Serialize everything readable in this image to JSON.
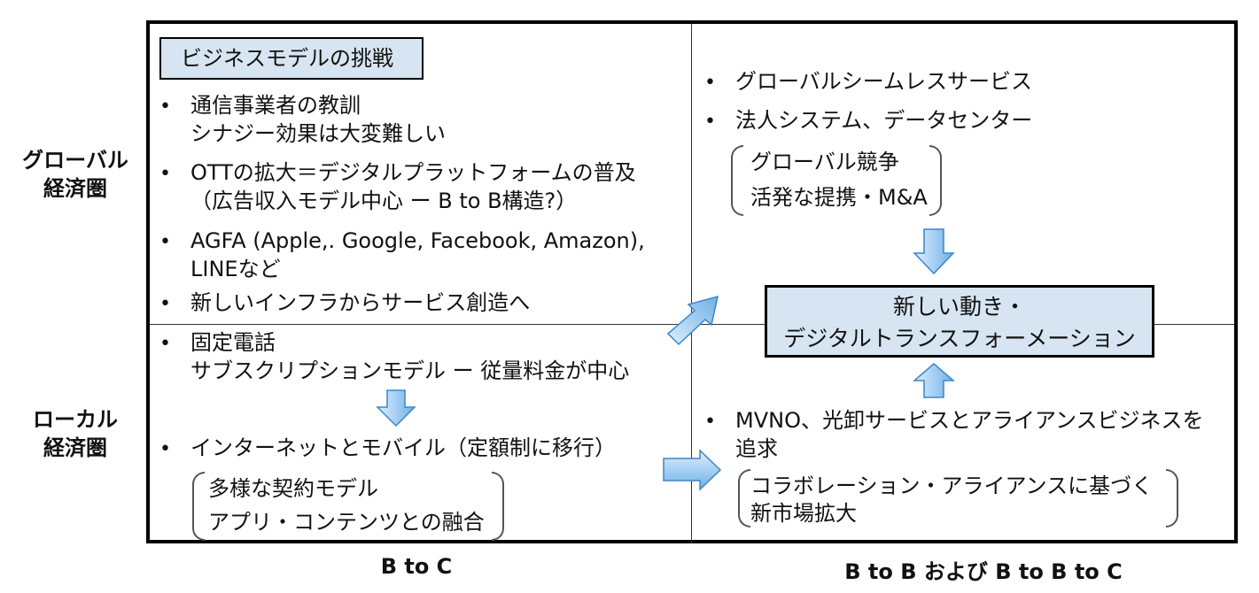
{
  "rows": {
    "global": [
      "グローバル",
      "経済圏"
    ],
    "local": [
      "ローカル",
      "経済圏"
    ]
  },
  "columns": {
    "left": "B to C",
    "right": "B to B および B to B to C"
  },
  "bullet_symbol": "•",
  "top_left": {
    "title": "ビジネスモデルの挑戦",
    "items": [
      [
        "通信事業者の教訓",
        "シナジー効果は大変難しい"
      ],
      [
        "OTTの拡大＝デジタルプラットフォームの普及",
        "（広告収入モデル中心 ー B to B構造?）"
      ],
      [
        "AGFA (Apple,. Google, Facebook, Amazon),",
        "LINEなど"
      ],
      [
        "新しいインフラからサービス創造へ"
      ]
    ]
  },
  "bottom_left": {
    "items": [
      [
        "固定電話",
        "サブスクリプションモデル ー 従量料金が中心"
      ],
      [
        "インターネットとモバイル（定額制に移行）"
      ]
    ],
    "bracket": [
      "多様な契約モデル",
      "アプリ・コンテンツとの融合"
    ]
  },
  "top_right": {
    "items": [
      "グローバルシームレスサービス",
      "法人システム、データセンター"
    ],
    "bracket": [
      "グローバル競争",
      "活発な提携・M&A"
    ]
  },
  "center": [
    "新しい動き・",
    "デジタルトランスフォーメーション"
  ],
  "bottom_right": {
    "items": [
      [
        "MVNO、光卸サービスとアライアンスビジネスを",
        "追求"
      ]
    ],
    "bracket": [
      "コラボレーション・アライアンスに基づく",
      "新市場拡大"
    ]
  },
  "colors": {
    "box_fill": "#d6e5f1",
    "arrow_fill_light": "#dcefff",
    "arrow_fill_dark": "#6fb0e6",
    "arrow_stroke": "#3c86c8"
  },
  "icons": [
    "arrow-down-icon",
    "arrow-up-icon",
    "arrow-right-icon",
    "arrow-diagonal-icon"
  ]
}
